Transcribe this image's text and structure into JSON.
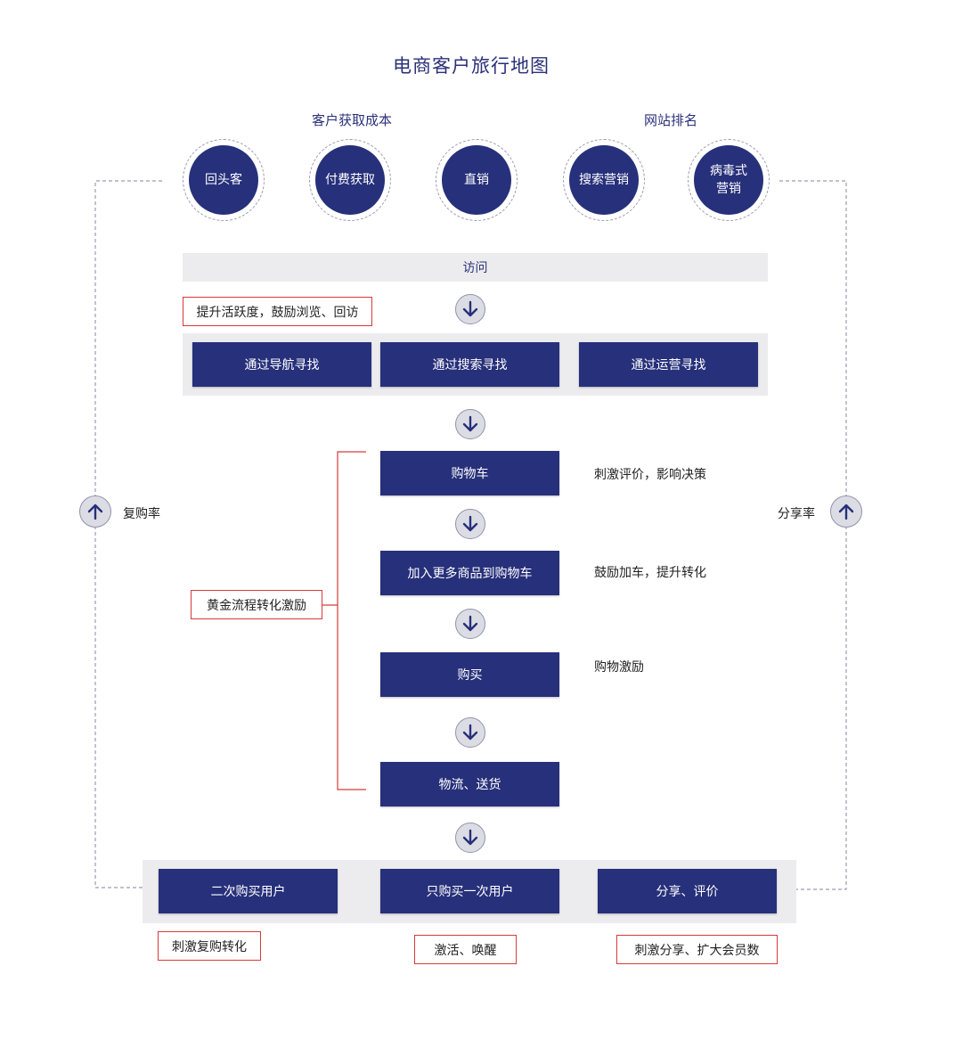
{
  "title": "电商客户旅行地图",
  "category_labels": [
    "客户获取成本",
    "网站排名"
  ],
  "channels": [
    "回头客",
    "付费获取",
    "直销",
    "搜索营销",
    "病毒式\n营销"
  ],
  "visit_label": "访问",
  "activity_note": "提升活跃度，鼓励浏览、回访",
  "find_methods": [
    "通过导航寻找",
    "通过搜索寻找",
    "通过运营寻找"
  ],
  "flow_steps": [
    "购物车",
    "加入更多商品到购物车",
    "购买",
    "物流、送货"
  ],
  "flow_notes": [
    "刺激评价，影响决策",
    "鼓励加车，提升转化",
    "购物激励"
  ],
  "golden_flow_label": "黄金流程转化激励",
  "left_metric": "复购率",
  "right_metric": "分享率",
  "user_groups": [
    "二次购买用户",
    "只购买一次用户",
    "分享、评价"
  ],
  "user_actions": [
    "刺激复购转化",
    "激活、唤醒",
    "刺激分享、扩大会员数"
  ],
  "colors": {
    "primary": "#27307a",
    "band": "#ececef",
    "highlight_border": "#d73a3a",
    "connector": "#9a9cb0"
  }
}
